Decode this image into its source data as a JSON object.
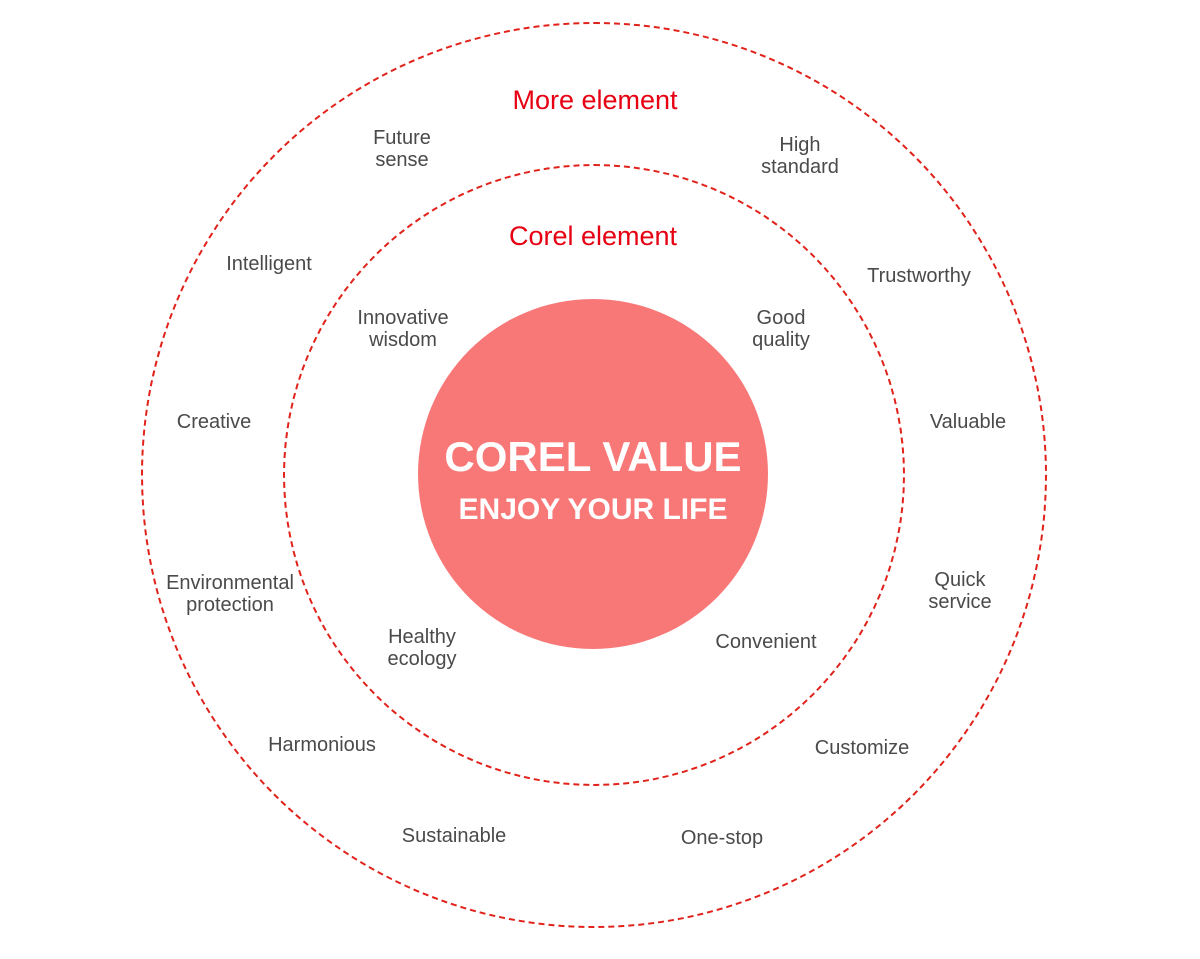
{
  "colors": {
    "ring_stroke": "#e0221b",
    "ring_title": "#e60012",
    "core_fill": "#f87878",
    "core_text": "#ffffff",
    "label_text": "#4a4a4a"
  },
  "outer_ring": {
    "title": "More element",
    "labels": {
      "future_sense": "Future\nsense",
      "high_standard": "High\nstandard",
      "intelligent": "Intelligent",
      "trustworthy": "Trustworthy",
      "creative": "Creative",
      "valuable": "Valuable",
      "environmental_protection": "Environmental\nprotection",
      "quick_service": "Quick\nservice",
      "harmonious": "Harmonious",
      "customize": "Customize",
      "sustainable": "Sustainable",
      "one_stop": "One-stop"
    }
  },
  "inner_ring": {
    "title": "Corel element",
    "labels": {
      "innovative_wisdom": "Innovative\nwisdom",
      "good_quality": "Good\nquality",
      "healthy_ecology": "Healthy\necology",
      "convenient": "Convenient"
    }
  },
  "core": {
    "title": "COREL VALUE",
    "subtitle": "ENJOY YOUR LIFE"
  }
}
